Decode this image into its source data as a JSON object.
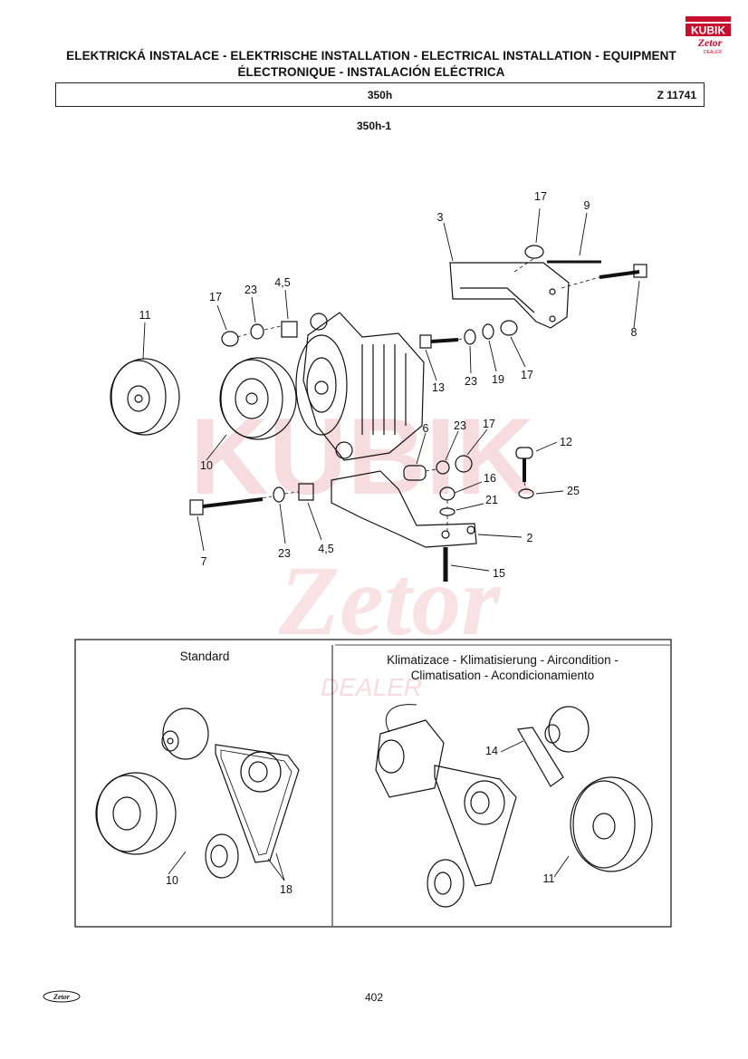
{
  "header": {
    "title_line1": "ELEKTRICKÁ INSTALACE - ELEKTRISCHE INSTALLATION - ELECTRICAL INSTALLATION - EQUIPMENT",
    "title_line2": "ÉLECTRONIQUE - INSTALACIÓN ELÉCTRICA",
    "group_code": "350h",
    "catalog_ref": "Z 11741",
    "figure_id": "350h-1"
  },
  "logo": {
    "text": "KUBIK",
    "subtext": "Zetor",
    "tag": "DEALER",
    "color": "#c8102e"
  },
  "watermark": {
    "text": "KUBIK",
    "subtext": "Zetor",
    "tag": "DEALER",
    "color": "#f3c9cf"
  },
  "part_labels": {
    "p17a": "17",
    "p9": "9",
    "p3": "3",
    "p8": "8",
    "p23a": "23",
    "p45a": "4,5",
    "p17b": "17",
    "p11": "11",
    "p13": "13",
    "p23b": "23",
    "p19": "19",
    "p17c": "17",
    "p10": "10",
    "p6": "6",
    "p23c": "23",
    "p17d": "17",
    "p12": "12",
    "p16": "16",
    "p21": "21",
    "p25": "25",
    "p2": "2",
    "p7": "7",
    "p23d": "23",
    "p45b": "4,5",
    "p15": "15"
  },
  "panel_standard": {
    "title": "Standard",
    "label_10": "10",
    "label_18": "18"
  },
  "panel_aircon": {
    "title_line1": "Klimatizace - Klimatisierung - Aircondition -",
    "title_line2": "Climatisation - Acondicionamiento",
    "label_14": "14",
    "label_11": "11"
  },
  "footer": {
    "page_number": "402",
    "logo_text": "Zetor"
  }
}
